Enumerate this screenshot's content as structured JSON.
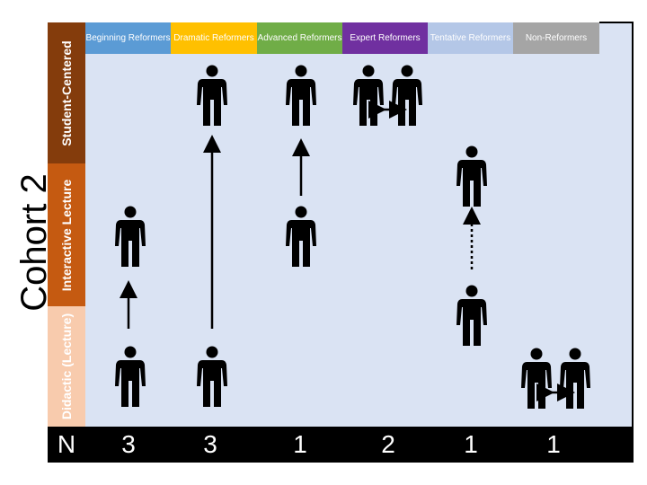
{
  "title": "Cohort 2",
  "rows": [
    {
      "label": "Student-Centered",
      "color": "#843c0c"
    },
    {
      "label": "Interactive Lecture",
      "color": "#c55a11"
    },
    {
      "label": "Didactic (Lecture)",
      "color": "#f8cbad"
    }
  ],
  "columns": [
    {
      "label": "Beginning Reformers",
      "color": "#5b9bd5",
      "n": "3"
    },
    {
      "label": "Dramatic Reformers",
      "color": "#ffc000",
      "n": "3"
    },
    {
      "label": "Advanced Reformers",
      "color": "#70ad47",
      "n": "1"
    },
    {
      "label": "Expert Reformers",
      "color": "#7030a0",
      "n": "2"
    },
    {
      "label": "Tentative Reformers",
      "color": "#b4c7e7",
      "n": "1"
    },
    {
      "label": "Non-Reformers",
      "color": "#a5a5a5",
      "n": "1"
    }
  ],
  "n_label": "N"
}
